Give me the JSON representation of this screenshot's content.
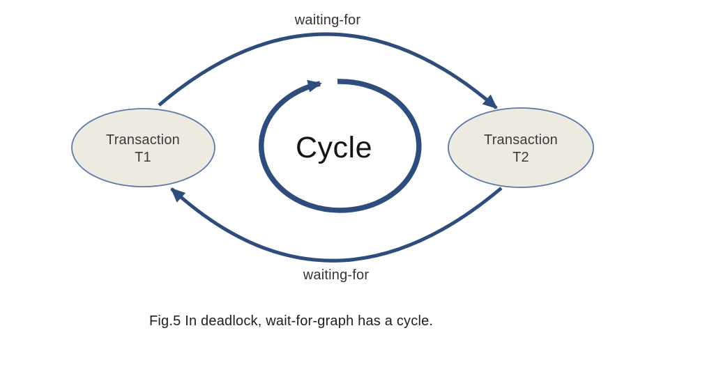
{
  "figure": {
    "caption": "Fig.5 In deadlock, wait-for-graph has a cycle.",
    "nodes": {
      "t1": {
        "line1": "Transaction",
        "line2": "T1"
      },
      "t2": {
        "line1": "Transaction",
        "line2": "T2"
      }
    },
    "edges": {
      "top": {
        "label": "waiting-for",
        "from": "T1",
        "to": "T2"
      },
      "bottom": {
        "label": "waiting-for",
        "from": "T2",
        "to": "T1"
      }
    },
    "cycle": {
      "label": "Cycle"
    },
    "colors": {
      "arrow": "#2f4d7c",
      "node_fill": "#eceae1",
      "node_border": "#5c79a9",
      "node_text": "#3a3a3a",
      "cycle_text": "#141414"
    }
  }
}
